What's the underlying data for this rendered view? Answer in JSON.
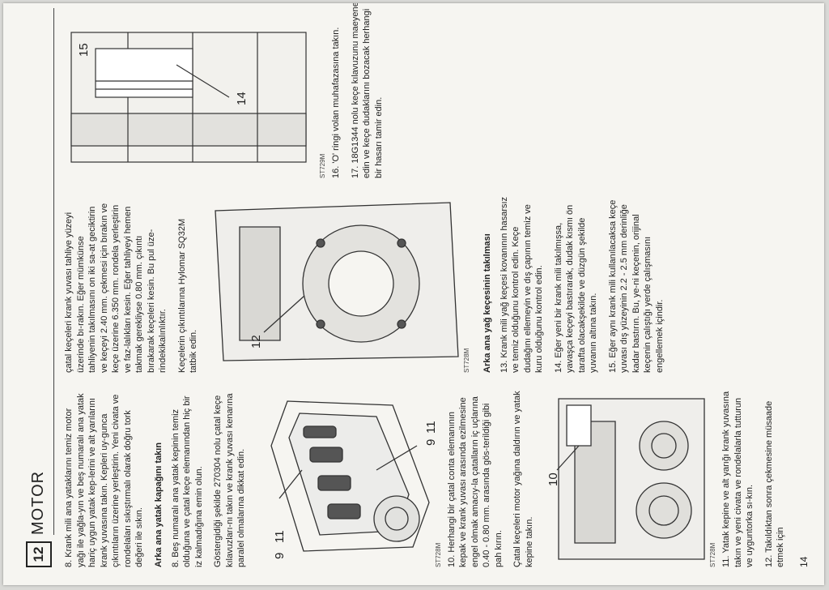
{
  "header": {
    "section_number": "12",
    "section_title": "MOTOR"
  },
  "column1": {
    "p8": "8. Krank mili ana yataklarını temiz motor yağı ile yağla-yın ve beş numaralı ana yatak hariç uygun yatak kep-lerini ve alt yarılarını krank yuvasına takın. Kepleri uy-gunca çıkıntıların üzerine yerleştirin. Yeni civata ve rondelaları sıkıştırmalı olarak doğru tork değeri ile sıkın.",
    "heading": "Arka ana yatak kapağını takın",
    "p9": "8. Beş numaralı ana yatak kepinin temiz olduğuna ve çatal keçe elemanından hiç bir iz kalmadığına emin olun.",
    "p9b": "Göstergidiği şekilde 270304 nolu çatal keçe kılavuzları-nı takın ve krank yuvası kenarına paralel olmalarına dikkat edin.",
    "fig_caption": "ST728M",
    "p10": "10. Herhangi bir çatal conta elemanının kepak ve krank yuvası arasında ezilmesine engel olmak amacıy-la çatalların iç uçlarına 0.40 - 0.80 mm. arasında gös-terildiği gibi pah kırın.",
    "p10b": "Çatal keçeleri motor yağına daldırın ve yatak kepine takın.",
    "p11": "11. Yatak kepine ve alt yarığı krank yuvasına takın ve yeni civata ve rondelalarla tutturun ve uyguntorka sı-kın.",
    "p12": "12. Takıldıktan sonra çekmesine müsaade etmek için",
    "fig2_caption": "ST728M"
  },
  "column2": {
    "p12c": "çatal keçeleri krank yuvası tahliye yüzeyi üzerinde bı-rakın. Eğer mümkünse tahliyenin takılmasını on iki sa-at geciktirin ve keçeyi 2.40 mm. çekmesi için bırakın ve keçe üzerine 6.350 mm. rondela yerleştirin ve faz-lalıkları kesin. Eğer tahliyeyi hemen takmak gerekliyse 0.80 mm. çıkıntı bırakarak keçeleri kesin. Bu pul üze-rindekikalınlıktır.",
    "p12d": "Keçelerin çıkıntılarına Hylomar SQ32M tatbik edin.",
    "fig_caption": "ST728M",
    "heading": "Arka ana yağ keçesinin takılması",
    "p13": "13. Krank mili yağ keçesi kovanının hasarsız ve temiz olduğunu kontrol edin. Keçe dudağını ellemeyin ve dış çapının temiz ve kuru olduğunu kontrol edin.",
    "p14": "14. Eğer yeni bir krank mili takılmışsa, yavaşça keçeyi bastırarak, dudak kısmı ön tarafta olacakşekilde ve düzgün şekilde yuvanın altına takın.",
    "p15": "15. Eğer aynı krank mili kullanılacaksa keçe yuvası dış yüzeyinin 2.2 - 2.5 mm derinliğe kadar bastırın. Bu, ye-ni keçenin, orijinal keçenin çalıştığı yerde çalışmasını engellemek içindir."
  },
  "column3": {
    "fig_caption": "ST729M",
    "p16": "16. 'O' ringi volan muhafazasına takın.",
    "p17": "17. 18G1344 nolu keçe kılavuzunu maeyene edin ve keçe dudaklarını bozacak herhangi bir hasarı tamir edin."
  },
  "callouts": {
    "fig1_a": "9",
    "fig1_b": "11",
    "fig1_c": "9",
    "fig1_d": "11",
    "fig2": "10",
    "fig3": "12",
    "fig4_a": "14",
    "fig4_b": "15"
  },
  "footer": {
    "page_number": "14"
  }
}
